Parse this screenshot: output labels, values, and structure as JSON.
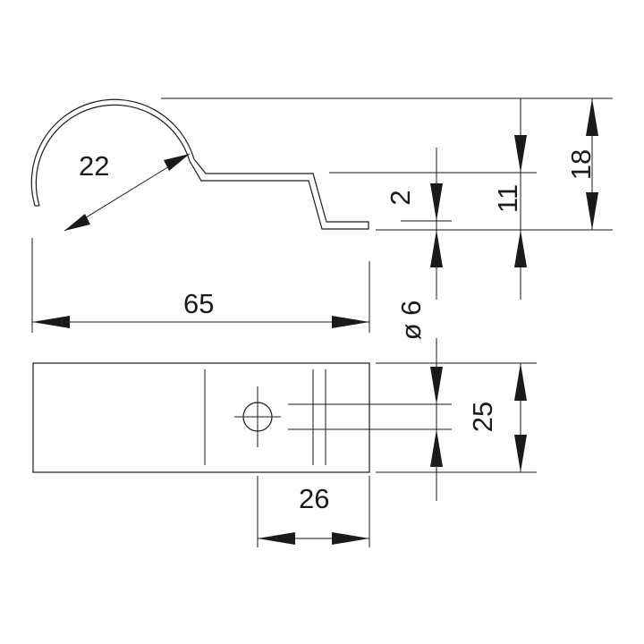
{
  "drawing": {
    "dimensions": {
      "pipe_diameter": "22",
      "overall_length": "65",
      "height": "18",
      "offset": "11",
      "thickness": "2",
      "hole_diameter": "ø 6",
      "width": "25",
      "hole_position": "26"
    }
  }
}
